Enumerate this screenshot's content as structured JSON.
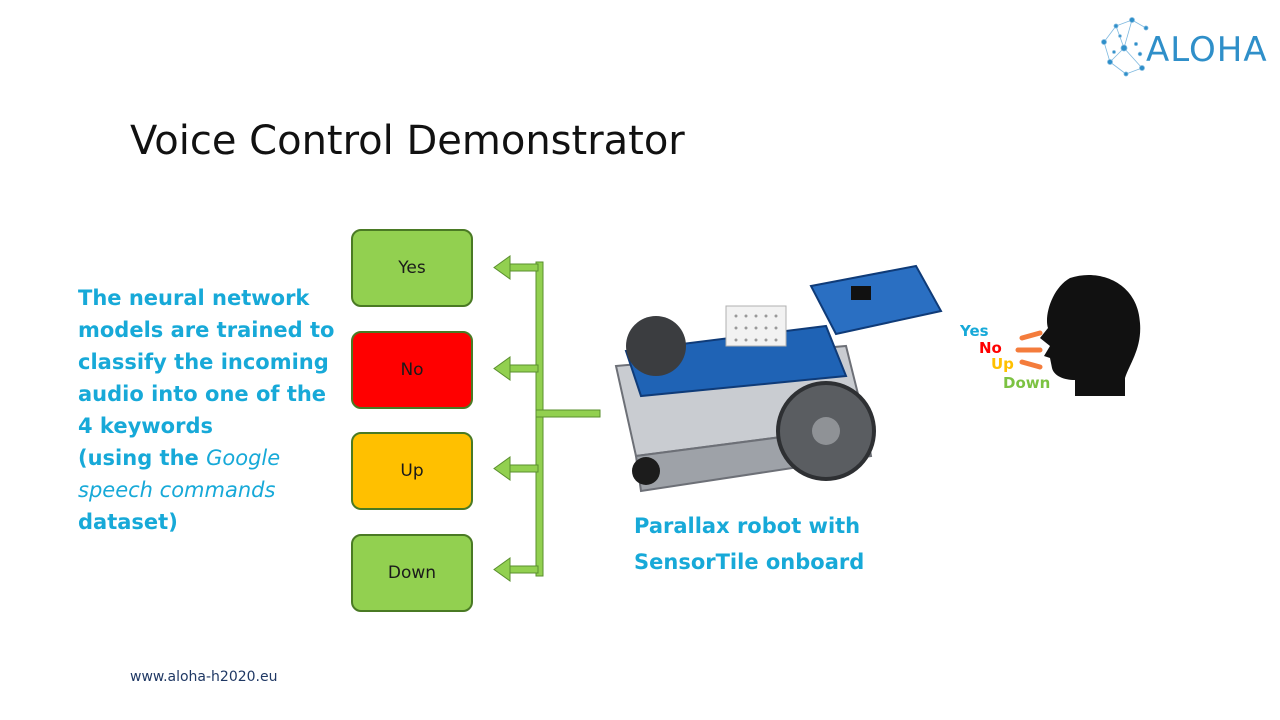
{
  "logo": {
    "text": "ALOHA"
  },
  "slide": {
    "title": "Voice Control Demonstrator",
    "description": {
      "line1": "The neural network models are trained to classify the incoming audio into one of the 4 keywords",
      "line2_prefix": "(using the ",
      "line2_italic": "Google speech commands",
      "line2_suffix": " dataset)"
    },
    "keywords": [
      {
        "label": "Yes",
        "color": "#92d050"
      },
      {
        "label": "No",
        "color": "#ff0000"
      },
      {
        "label": "Up",
        "color": "#ffc000"
      },
      {
        "label": "Down",
        "color": "#92d050"
      }
    ],
    "robot_caption": {
      "line1": "Parallax robot with",
      "line2": "SensorTile onboard"
    },
    "speech_words": [
      {
        "label": "Yes",
        "color": "#17a9d8"
      },
      {
        "label": "No",
        "color": "#ff0000"
      },
      {
        "label": "Up",
        "color": "#ffc000"
      },
      {
        "label": "Down",
        "color": "#7cc242"
      }
    ],
    "footer_url": "www.aloha-h2020.eu"
  },
  "colors": {
    "accent_text": "#17a9d8",
    "connector": "#92d050",
    "speech_lines": "#f47c3c"
  }
}
